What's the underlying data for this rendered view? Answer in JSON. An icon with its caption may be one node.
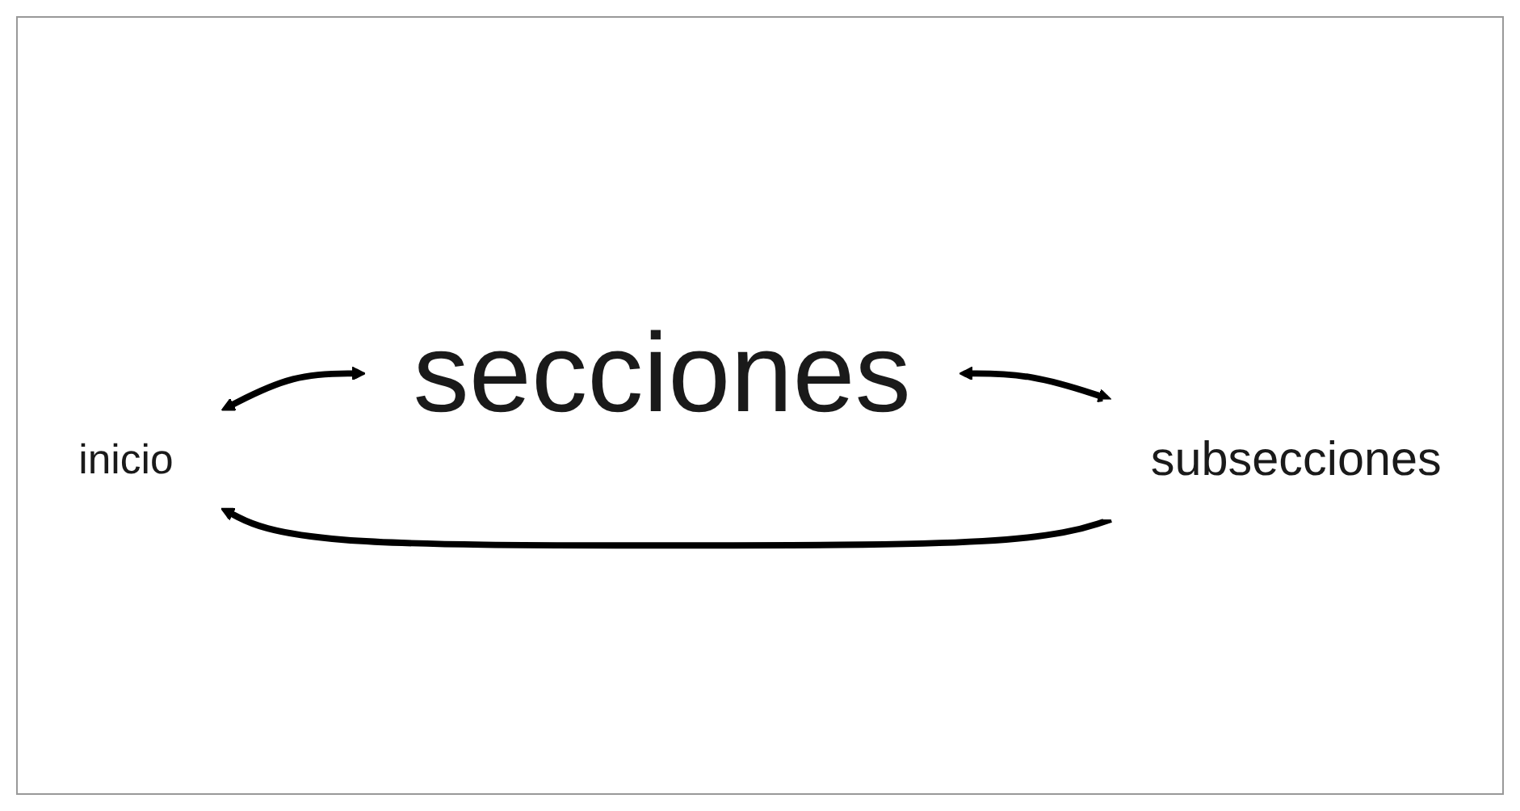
{
  "diagram": {
    "nodes": [
      {
        "text": [
          "inicio"
        ]
      },
      {
        "text": [
          "secciones"
        ]
      },
      {
        "text": [
          "subsecciones"
        ]
      }
    ],
    "edges": [
      {
        "from": 0,
        "to": 1,
        "arrow": "both"
      },
      {
        "from": 1,
        "to": 2,
        "arrow": "both"
      },
      {
        "from": 2,
        "to": 0,
        "arrow": "to"
      }
    ]
  }
}
